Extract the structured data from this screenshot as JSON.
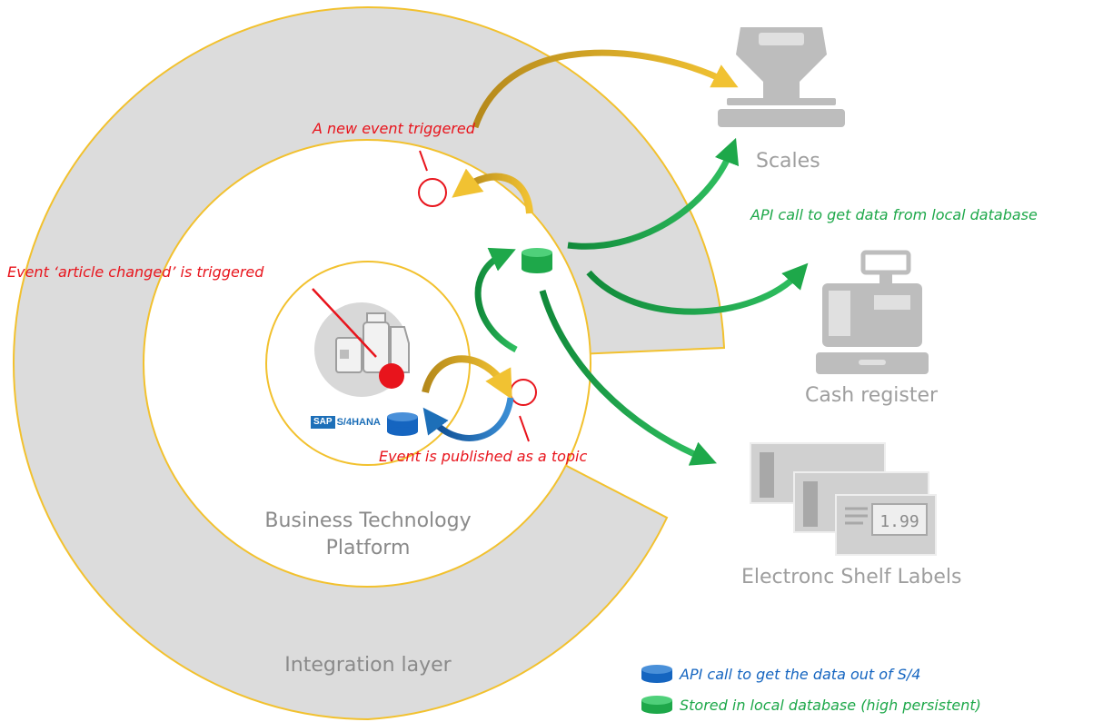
{
  "labels": {
    "new_event": "A new event triggered",
    "article_changed": "Event ‘article changed’ is triggered",
    "published_topic": "Event is published as a topic",
    "api_local": "API call to get data from local database",
    "scales": "Scales",
    "cash_register": "Cash register",
    "shelf_labels": "Electronc Shelf Labels",
    "btp_line1": "Business Technology",
    "btp_line2": "Platform",
    "integration_layer": "Integration layer",
    "sap_box": "SAP",
    "sap_product": "S/4HANA",
    "price": "1.99"
  },
  "legend": [
    {
      "icon": "blue-database-icon",
      "color": "#1565c0",
      "label": "API call to get the data out of S/4"
    },
    {
      "icon": "green-database-icon",
      "color": "#1ea84a",
      "label": "Stored in local database (high persistent)"
    }
  ],
  "colors": {
    "ring_fill": "#dcdcdc",
    "ring_stroke": "#f2c12e",
    "arrow_gold": "#d9a520",
    "arrow_green": "#1ea84a",
    "arrow_blue": "#1565c0",
    "event_red": "#e8141c",
    "device_grey": "#bdbdbd"
  }
}
